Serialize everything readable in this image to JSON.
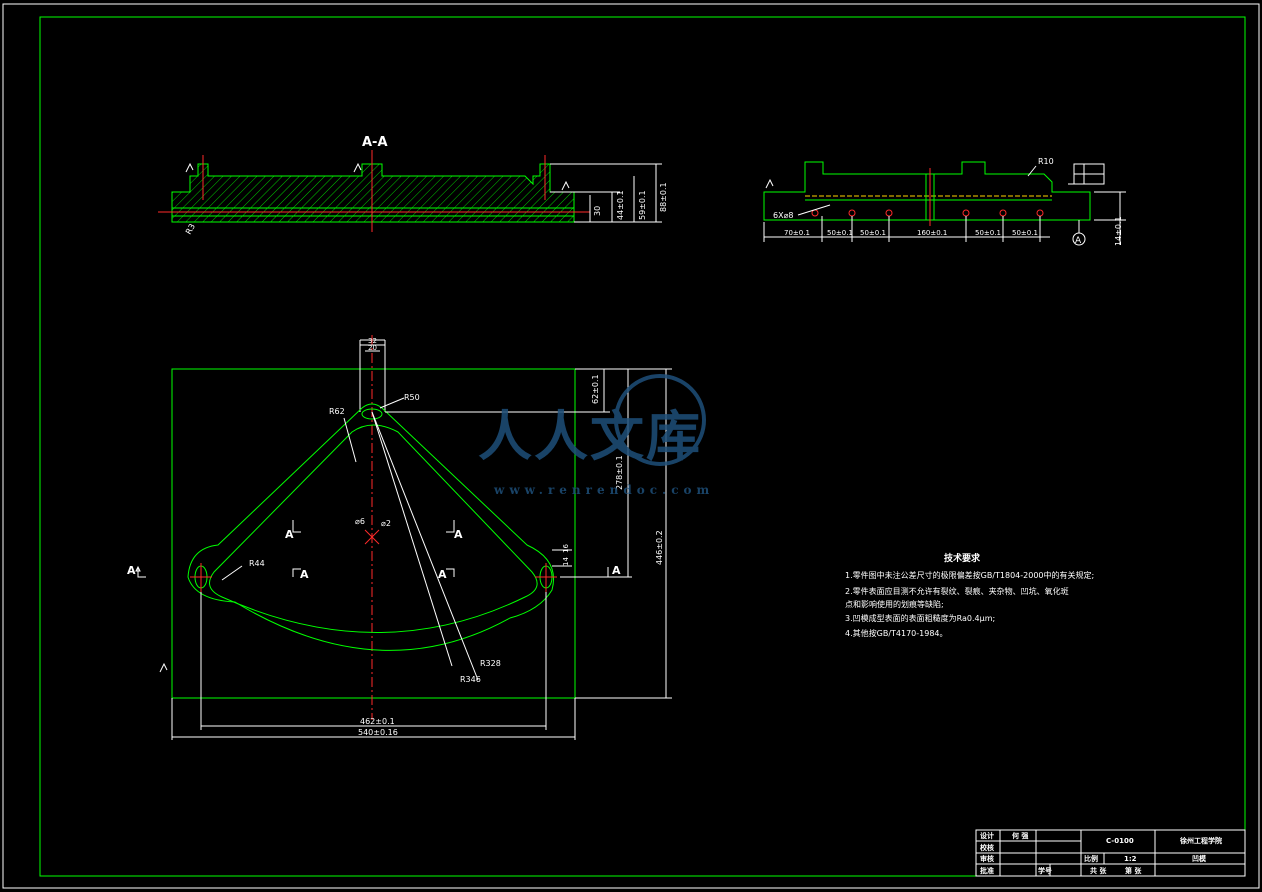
{
  "section_view": {
    "title": "A-A",
    "dims": {
      "d1": "30",
      "d2": "44±0.1",
      "d3": "59±0.1",
      "d4": "88±0.1",
      "r": "R3"
    }
  },
  "side_view": {
    "radius": "R10",
    "holes": "6X⌀8",
    "spacings": [
      "70±0.1",
      "50±0.1",
      "50±0.1",
      "160±0.1",
      "50±0.1",
      "50±0.1"
    ],
    "height": "14±0.1",
    "datum": "A"
  },
  "plan_view": {
    "slot_outer": "32",
    "slot_inner": "20",
    "radii": {
      "r62": "R62",
      "r50": "R50",
      "r44": "R44",
      "r328": "R328",
      "r346": "R346"
    },
    "small_holes": {
      "d6": "⌀6",
      "d2": "⌀2"
    },
    "dims": {
      "top": "62±0.1",
      "mid": "278±0.1",
      "overall_h": "446±0.2",
      "width_inner": "462±0.1",
      "width_outer": "540±0.16",
      "tol_16": "16",
      "tol_14": "14"
    },
    "section_marks": {
      "left": "A",
      "right": "A"
    }
  },
  "tech_requirements": {
    "title": "技术要求",
    "lines": [
      "1.零件图中未注公差尺寸的极限偏差按GB/T1804-2000中的有关规定;",
      "2.零件表面应目测不允许有裂纹、裂痕、夹杂物、凹坑、氧化斑",
      "点和影响使用的划痕等缺陷;",
      "3.凹模成型表面的表面粗糙度为Ra0.4μm;",
      "4.其他按GB/T4170-1984。"
    ]
  },
  "watermark": {
    "brand": "人人文库",
    "url": "www.renrendoc.com"
  },
  "title_block": {
    "r1": [
      "设计",
      "何 强",
      "C-0100",
      "徐州工程学院"
    ],
    "r2": [
      "校核"
    ],
    "r3": [
      "审核",
      "比例",
      "1:2",
      "凹模"
    ],
    "r4": [
      "批准",
      "学号",
      "共 张",
      "第 张"
    ]
  },
  "colors": {
    "lines": "#00ff00",
    "text": "#ffffff",
    "centerline": "#ff2a2a",
    "accent": "#ffd400",
    "background": "#000000"
  }
}
